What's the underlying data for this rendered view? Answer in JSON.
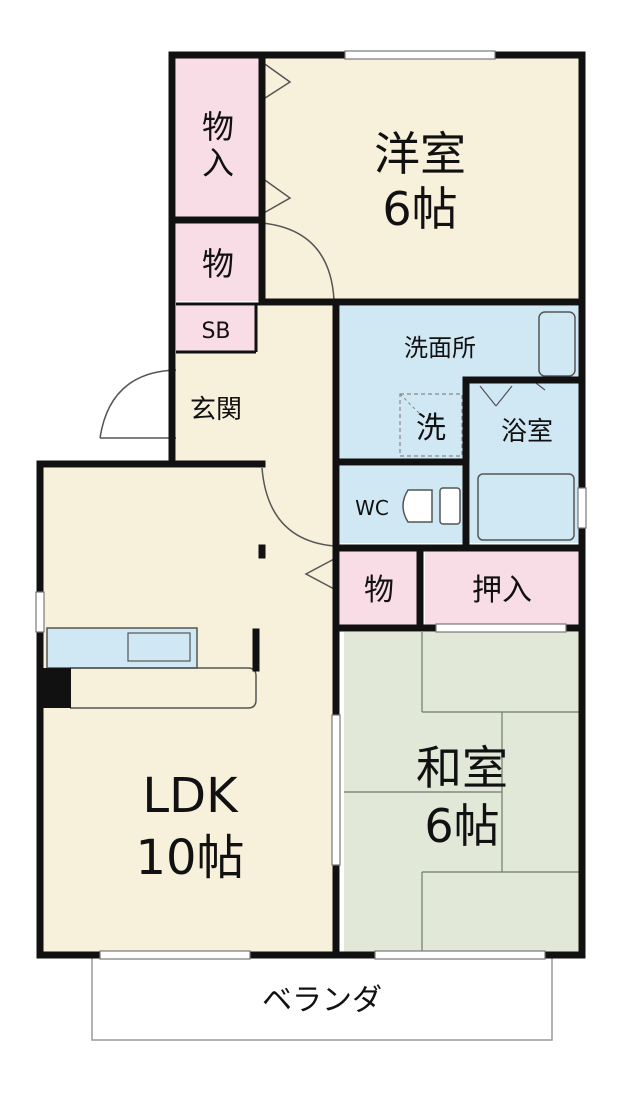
{
  "colors": {
    "wall": "#111111",
    "floor": "#f7f0db",
    "storage": "#f9dde6",
    "wet": "#cfe8f4",
    "tatami": "#e2e8d8",
    "tatami_line": "#6f7a6a",
    "balcony_line": "#9a9a9a"
  },
  "rooms": {
    "western": {
      "name": "洋室",
      "size": "6帖"
    },
    "storage_top": "物入",
    "storage_mid": "物",
    "sb": "SB",
    "entrance": "玄関",
    "washroom": "洗面所",
    "washer": "洗",
    "bath": "浴室",
    "wc": "WC",
    "storage_small": "物",
    "closet": "押入",
    "ldk": {
      "name": "LDK",
      "size": "10帖"
    },
    "japanese": {
      "name": "和室",
      "size": "6帖"
    },
    "balcony": "ベランダ"
  }
}
